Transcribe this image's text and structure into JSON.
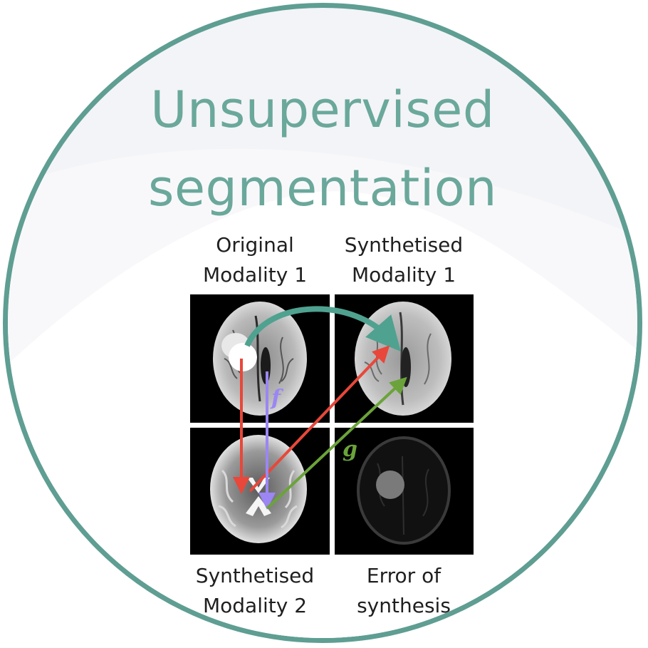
{
  "title": {
    "line1": "Unsupervised",
    "line2": "segmentation"
  },
  "panels": {
    "top_left": {
      "label_line1": "Original",
      "label_line2": "Modality 1"
    },
    "top_right": {
      "label_line1": "Synthetised",
      "label_line2": "Modality 1"
    },
    "bottom_left": {
      "label_line1": "Synthetised",
      "label_line2": "Modality 2"
    },
    "bottom_right": {
      "label_line1": "Error of",
      "label_line2": "synthesis"
    }
  },
  "arrows": {
    "f_label": "f",
    "g_label": "g"
  },
  "colors": {
    "border": "#5f9e92",
    "title": "#6aa89b",
    "teal_arrow": "#4fa28f",
    "red_arrow": "#e8473a",
    "purple_arrow": "#9b86f3",
    "green_arrow": "#6ba33a"
  }
}
